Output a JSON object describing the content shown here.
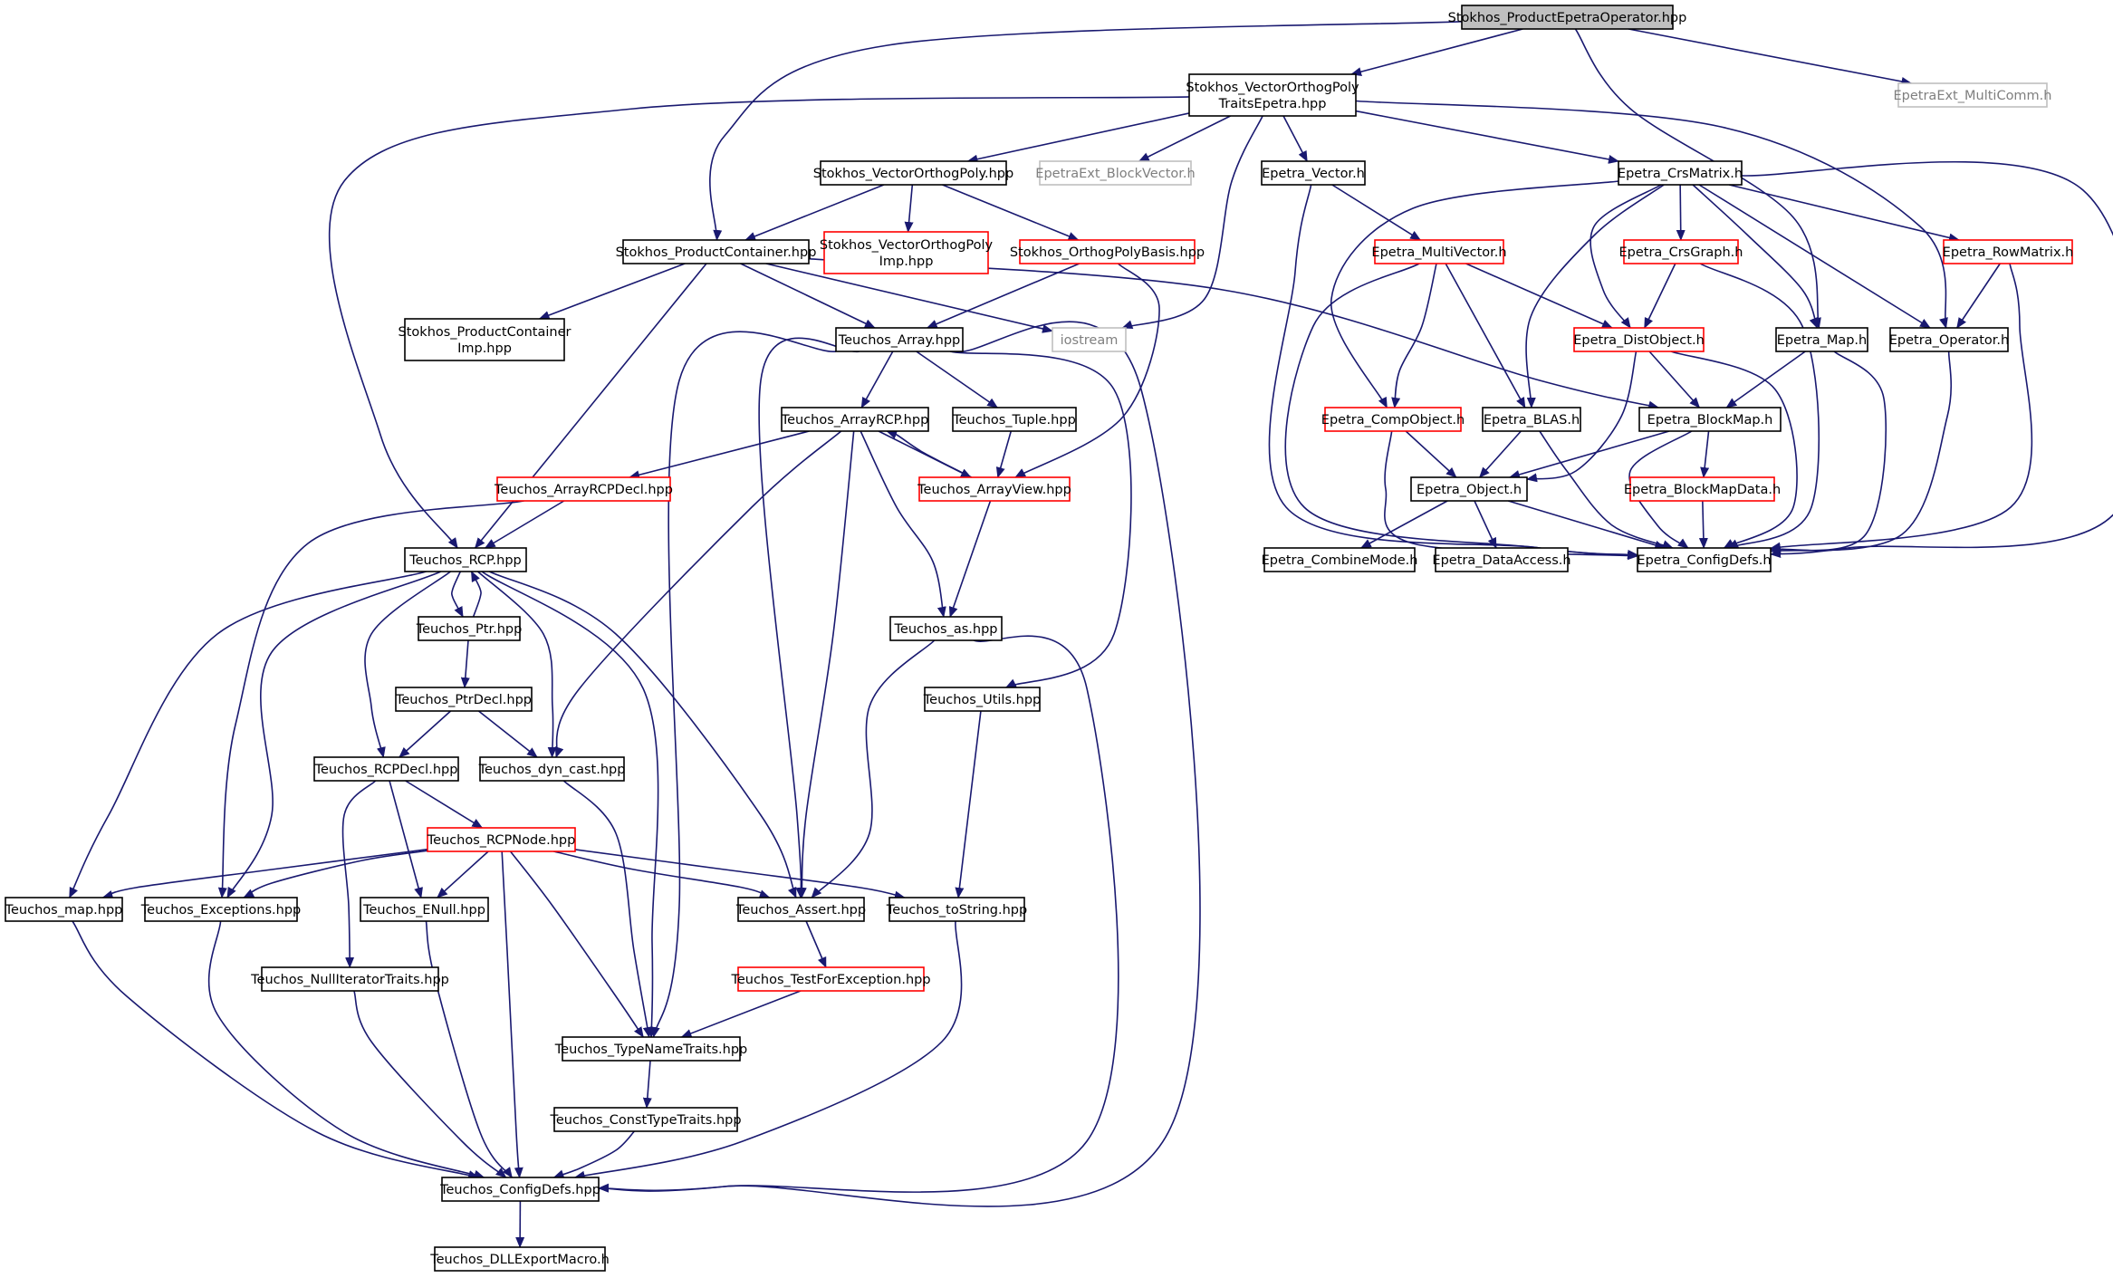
{
  "graph": {
    "title": "Stokhos_ProductEpetraOperator.hpp",
    "colors": {
      "edge": "#191970",
      "border_default": "#000000",
      "border_red": "#ff0000",
      "border_grey": "#bfbfbf",
      "root_fill": "#bfbfbf",
      "text_default": "#000000",
      "text_grey": "#7f7f7f"
    },
    "nodes": [
      {
        "id": "root",
        "lines": [
          "Stokhos_ProductEpetraOperator.hpp"
        ],
        "style": "root"
      },
      {
        "id": "voptEpetra",
        "lines": [
          "Stokhos_VectorOrthogPoly",
          "TraitsEpetra.hpp"
        ],
        "style": "black"
      },
      {
        "id": "multicomm",
        "lines": [
          "EpetraExt_MultiComm.h"
        ],
        "style": "grey"
      },
      {
        "id": "vop",
        "lines": [
          "Stokhos_VectorOrthogPoly.hpp"
        ],
        "style": "black"
      },
      {
        "id": "blockvector",
        "lines": [
          "EpetraExt_BlockVector.h"
        ],
        "style": "grey"
      },
      {
        "id": "evector",
        "lines": [
          "Epetra_Vector.h"
        ],
        "style": "black"
      },
      {
        "id": "crsmatrix",
        "lines": [
          "Epetra_CrsMatrix.h"
        ],
        "style": "black"
      },
      {
        "id": "prodcont",
        "lines": [
          "Stokhos_ProductContainer.hpp"
        ],
        "style": "black"
      },
      {
        "id": "vopImp",
        "lines": [
          "Stokhos_VectorOrthogPoly",
          "Imp.hpp"
        ],
        "style": "red"
      },
      {
        "id": "opbasis",
        "lines": [
          "Stokhos_OrthogPolyBasis.hpp"
        ],
        "style": "red"
      },
      {
        "id": "multivector",
        "lines": [
          "Epetra_MultiVector.h"
        ],
        "style": "red"
      },
      {
        "id": "crsgraph",
        "lines": [
          "Epetra_CrsGraph.h"
        ],
        "style": "red"
      },
      {
        "id": "rowmatrix",
        "lines": [
          "Epetra_RowMatrix.h"
        ],
        "style": "red"
      },
      {
        "id": "prodcontImp",
        "lines": [
          "Stokhos_ProductContainer",
          "Imp.hpp"
        ],
        "style": "black"
      },
      {
        "id": "tarray",
        "lines": [
          "Teuchos_Array.hpp"
        ],
        "style": "black"
      },
      {
        "id": "iostream",
        "lines": [
          "iostream"
        ],
        "style": "grey"
      },
      {
        "id": "distobject",
        "lines": [
          "Epetra_DistObject.h"
        ],
        "style": "red"
      },
      {
        "id": "emap",
        "lines": [
          "Epetra_Map.h"
        ],
        "style": "black"
      },
      {
        "id": "eoperator",
        "lines": [
          "Epetra_Operator.h"
        ],
        "style": "black"
      },
      {
        "id": "arrayrcp",
        "lines": [
          "Teuchos_ArrayRCP.hpp"
        ],
        "style": "black"
      },
      {
        "id": "ttuple",
        "lines": [
          "Teuchos_Tuple.hpp"
        ],
        "style": "black"
      },
      {
        "id": "compobject",
        "lines": [
          "Epetra_CompObject.h"
        ],
        "style": "red"
      },
      {
        "id": "eblas",
        "lines": [
          "Epetra_BLAS.h"
        ],
        "style": "black"
      },
      {
        "id": "blockmap",
        "lines": [
          "Epetra_BlockMap.h"
        ],
        "style": "black"
      },
      {
        "id": "arrayrcpdecl",
        "lines": [
          "Teuchos_ArrayRCPDecl.hpp"
        ],
        "style": "red"
      },
      {
        "id": "arrayview",
        "lines": [
          "Teuchos_ArrayView.hpp"
        ],
        "style": "red"
      },
      {
        "id": "eobject",
        "lines": [
          "Epetra_Object.h"
        ],
        "style": "black"
      },
      {
        "id": "blockmapdata",
        "lines": [
          "Epetra_BlockMapData.h"
        ],
        "style": "red"
      },
      {
        "id": "trcp",
        "lines": [
          "Teuchos_RCP.hpp"
        ],
        "style": "black"
      },
      {
        "id": "combinemode",
        "lines": [
          "Epetra_CombineMode.h"
        ],
        "style": "black"
      },
      {
        "id": "dataaccess",
        "lines": [
          "Epetra_DataAccess.h"
        ],
        "style": "black"
      },
      {
        "id": "econfigdefs",
        "lines": [
          "Epetra_ConfigDefs.h"
        ],
        "style": "black"
      },
      {
        "id": "tptr",
        "lines": [
          "Teuchos_Ptr.hpp"
        ],
        "style": "black"
      },
      {
        "id": "tas",
        "lines": [
          "Teuchos_as.hpp"
        ],
        "style": "black"
      },
      {
        "id": "tutils",
        "lines": [
          "Teuchos_Utils.hpp"
        ],
        "style": "black"
      },
      {
        "id": "tptrdecl",
        "lines": [
          "Teuchos_PtrDecl.hpp"
        ],
        "style": "black"
      },
      {
        "id": "trcpdecl",
        "lines": [
          "Teuchos_RCPDecl.hpp"
        ],
        "style": "black"
      },
      {
        "id": "tdyncast",
        "lines": [
          "Teuchos_dyn_cast.hpp"
        ],
        "style": "black"
      },
      {
        "id": "trcpnode",
        "lines": [
          "Teuchos_RCPNode.hpp"
        ],
        "style": "red"
      },
      {
        "id": "tmap",
        "lines": [
          "Teuchos_map.hpp"
        ],
        "style": "black"
      },
      {
        "id": "texceptions",
        "lines": [
          "Teuchos_Exceptions.hpp"
        ],
        "style": "black"
      },
      {
        "id": "tenull",
        "lines": [
          "Teuchos_ENull.hpp"
        ],
        "style": "black"
      },
      {
        "id": "tassert",
        "lines": [
          "Teuchos_Assert.hpp"
        ],
        "style": "black"
      },
      {
        "id": "ttostring",
        "lines": [
          "Teuchos_toString.hpp"
        ],
        "style": "black"
      },
      {
        "id": "tnulliter",
        "lines": [
          "Teuchos_NullIteratorTraits.hpp"
        ],
        "style": "black"
      },
      {
        "id": "ttestexc",
        "lines": [
          "Teuchos_TestForException.hpp"
        ],
        "style": "red"
      },
      {
        "id": "ttypename",
        "lines": [
          "Teuchos_TypeNameTraits.hpp"
        ],
        "style": "black"
      },
      {
        "id": "tconsttype",
        "lines": [
          "Teuchos_ConstTypeTraits.hpp"
        ],
        "style": "black"
      },
      {
        "id": "tconfigdefs",
        "lines": [
          "Teuchos_ConfigDefs.hpp"
        ],
        "style": "black"
      },
      {
        "id": "tdllexport",
        "lines": [
          "Teuchos_DLLExportMacro.h"
        ],
        "style": "black"
      }
    ],
    "edges": [
      {
        "from": "root",
        "to": "voptEpetra"
      },
      {
        "from": "root",
        "to": "multicomm"
      },
      {
        "from": "root",
        "to": "prodcont"
      },
      {
        "from": "root",
        "to": "emap"
      },
      {
        "from": "voptEpetra",
        "to": "vop"
      },
      {
        "from": "voptEpetra",
        "to": "blockvector"
      },
      {
        "from": "voptEpetra",
        "to": "evector"
      },
      {
        "from": "voptEpetra",
        "to": "crsmatrix"
      },
      {
        "from": "voptEpetra",
        "to": "trcp"
      },
      {
        "from": "voptEpetra",
        "to": "iostream"
      },
      {
        "from": "voptEpetra",
        "to": "eoperator"
      },
      {
        "from": "vop",
        "to": "prodcont"
      },
      {
        "from": "vop",
        "to": "vopImp"
      },
      {
        "from": "vop",
        "to": "opbasis"
      },
      {
        "from": "evector",
        "to": "multivector"
      },
      {
        "from": "evector",
        "to": "econfigdefs"
      },
      {
        "from": "crsmatrix",
        "to": "crsgraph"
      },
      {
        "from": "crsmatrix",
        "to": "rowmatrix"
      },
      {
        "from": "crsmatrix",
        "to": "distobject"
      },
      {
        "from": "crsmatrix",
        "to": "emap"
      },
      {
        "from": "crsmatrix",
        "to": "eoperator"
      },
      {
        "from": "crsmatrix",
        "to": "compobject"
      },
      {
        "from": "crsmatrix",
        "to": "eblas"
      },
      {
        "from": "crsmatrix",
        "to": "econfigdefs"
      },
      {
        "from": "prodcont",
        "to": "prodcontImp"
      },
      {
        "from": "prodcont",
        "to": "tarray"
      },
      {
        "from": "prodcont",
        "to": "iostream"
      },
      {
        "from": "prodcont",
        "to": "trcp"
      },
      {
        "from": "prodcont",
        "to": "blockmap"
      },
      {
        "from": "opbasis",
        "to": "tarray"
      },
      {
        "from": "opbasis",
        "to": "arrayview"
      },
      {
        "from": "multivector",
        "to": "distobject"
      },
      {
        "from": "multivector",
        "to": "compobject"
      },
      {
        "from": "multivector",
        "to": "eblas"
      },
      {
        "from": "multivector",
        "to": "econfigdefs"
      },
      {
        "from": "crsgraph",
        "to": "distobject"
      },
      {
        "from": "crsgraph",
        "to": "econfigdefs"
      },
      {
        "from": "rowmatrix",
        "to": "eoperator"
      },
      {
        "from": "rowmatrix",
        "to": "econfigdefs"
      },
      {
        "from": "tarray",
        "to": "arrayrcp"
      },
      {
        "from": "tarray",
        "to": "ttuple"
      },
      {
        "from": "tarray",
        "to": "tassert"
      },
      {
        "from": "tarray",
        "to": "ttypename"
      },
      {
        "from": "tarray",
        "to": "tutils"
      },
      {
        "from": "tarray",
        "to": "tconfigdefs"
      },
      {
        "from": "distobject",
        "to": "blockmap"
      },
      {
        "from": "distobject",
        "to": "eobject"
      },
      {
        "from": "distobject",
        "to": "econfigdefs"
      },
      {
        "from": "emap",
        "to": "blockmap"
      },
      {
        "from": "emap",
        "to": "econfigdefs"
      },
      {
        "from": "eoperator",
        "to": "econfigdefs"
      },
      {
        "from": "arrayrcp",
        "to": "arrayrcpdecl"
      },
      {
        "from": "arrayrcp",
        "to": "arrayview"
      },
      {
        "from": "arrayrcp",
        "to": "tas"
      },
      {
        "from": "arrayrcp",
        "to": "tdyncast"
      },
      {
        "from": "arrayrcp",
        "to": "tassert"
      },
      {
        "from": "arrayview",
        "to": "arrayrcp"
      },
      {
        "from": "arrayview",
        "to": "tas"
      },
      {
        "from": "ttuple",
        "to": "arrayview"
      },
      {
        "from": "compobject",
        "to": "eobject"
      },
      {
        "from": "compobject",
        "to": "econfigdefs"
      },
      {
        "from": "eblas",
        "to": "eobject"
      },
      {
        "from": "eblas",
        "to": "econfigdefs"
      },
      {
        "from": "blockmap",
        "to": "eobject"
      },
      {
        "from": "blockmap",
        "to": "blockmapdata"
      },
      {
        "from": "blockmap",
        "to": "econfigdefs"
      },
      {
        "from": "blockmapdata",
        "to": "econfigdefs"
      },
      {
        "from": "eobject",
        "to": "combinemode"
      },
      {
        "from": "eobject",
        "to": "dataaccess"
      },
      {
        "from": "eobject",
        "to": "econfigdefs"
      },
      {
        "from": "arrayrcpdecl",
        "to": "trcp"
      },
      {
        "from": "arrayrcpdecl",
        "to": "texceptions"
      },
      {
        "from": "trcp",
        "to": "tptr"
      },
      {
        "from": "trcp",
        "to": "trcpdecl"
      },
      {
        "from": "trcp",
        "to": "tdyncast"
      },
      {
        "from": "trcp",
        "to": "tmap"
      },
      {
        "from": "trcp",
        "to": "texceptions"
      },
      {
        "from": "trcp",
        "to": "tassert"
      },
      {
        "from": "trcp",
        "to": "ttypename"
      },
      {
        "from": "tptr",
        "to": "trcp"
      },
      {
        "from": "tptr",
        "to": "tptrdecl"
      },
      {
        "from": "tptrdecl",
        "to": "trcpdecl"
      },
      {
        "from": "tptrdecl",
        "to": "tdyncast"
      },
      {
        "from": "trcpdecl",
        "to": "trcpnode"
      },
      {
        "from": "trcpdecl",
        "to": "tenull"
      },
      {
        "from": "trcpdecl",
        "to": "tnulliter"
      },
      {
        "from": "tdyncast",
        "to": "ttypename"
      },
      {
        "from": "trcpnode",
        "to": "tmap"
      },
      {
        "from": "trcpnode",
        "to": "texceptions"
      },
      {
        "from": "trcpnode",
        "to": "tenull"
      },
      {
        "from": "trcpnode",
        "to": "tassert"
      },
      {
        "from": "trcpnode",
        "to": "ttostring"
      },
      {
        "from": "trcpnode",
        "to": "ttypename"
      },
      {
        "from": "trcpnode",
        "to": "tconfigdefs"
      },
      {
        "from": "tas",
        "to": "tassert"
      },
      {
        "from": "tas",
        "to": "tconfigdefs"
      },
      {
        "from": "tutils",
        "to": "ttostring"
      },
      {
        "from": "tassert",
        "to": "ttestexc"
      },
      {
        "from": "ttestexc",
        "to": "ttypename"
      },
      {
        "from": "ttypename",
        "to": "tconsttype"
      },
      {
        "from": "tconsttype",
        "to": "tconfigdefs"
      },
      {
        "from": "tmap",
        "to": "tconfigdefs"
      },
      {
        "from": "texceptions",
        "to": "tconfigdefs"
      },
      {
        "from": "tenull",
        "to": "tconfigdefs"
      },
      {
        "from": "tnulliter",
        "to": "tconfigdefs"
      },
      {
        "from": "ttostring",
        "to": "tconfigdefs"
      },
      {
        "from": "tconfigdefs",
        "to": "tdllexport"
      }
    ]
  }
}
